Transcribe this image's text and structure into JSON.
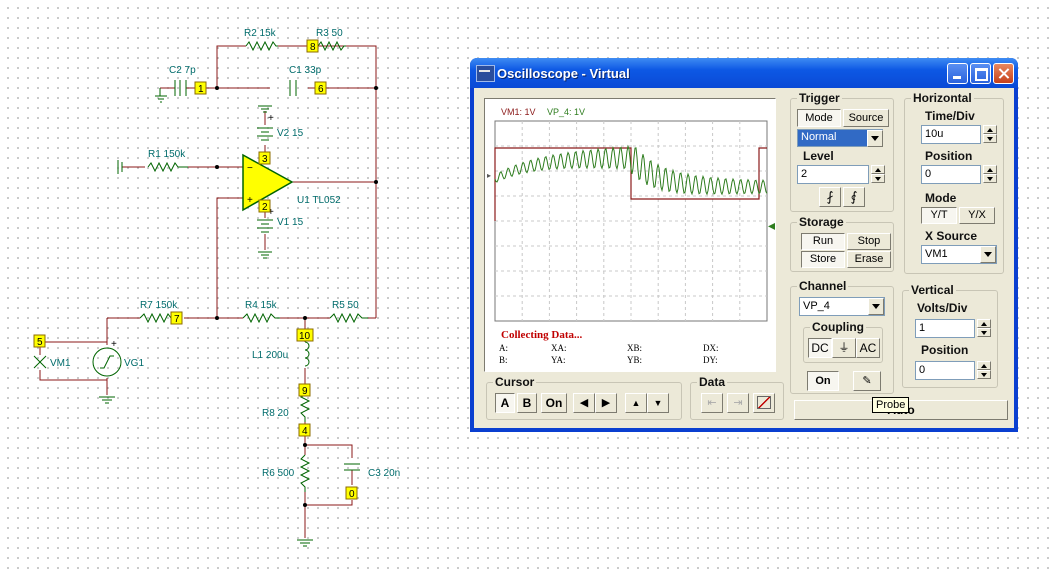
{
  "schematic": {
    "components": {
      "r2": "R2 15k",
      "r3": "R3 50",
      "c2": "C2 7p",
      "c1": "C1 33p",
      "v2": "V2 15",
      "r1": "R1 150k",
      "u1": "U1 TL052",
      "v1": "V1 15",
      "r7": "R7 150k",
      "r4": "R4 15k",
      "r5": "R5 50",
      "vg1": "VG1",
      "vm1": "VM1",
      "l1": "L1 200u",
      "r8": "R8 20",
      "r6": "R6 500",
      "c3": "C3 20n"
    },
    "nodes": {
      "n8": "8",
      "n1": "1",
      "n6": "6",
      "n3": "3",
      "n2": "2",
      "n5": "5",
      "n7": "7",
      "n10": "10",
      "n9": "9",
      "n4": "4",
      "n0": "0"
    },
    "polarity": "+"
  },
  "oscilloscope": {
    "title": "Oscilloscope - Virtual",
    "screen": {
      "ch1_label": "VM1: 1V",
      "ch2_label": "VP_4: 1V",
      "status": "Collecting Data...",
      "readouts": [
        {
          "k": "A:"
        },
        {
          "k": "XA:"
        },
        {
          "k": "XB:"
        },
        {
          "k": "DX:"
        },
        {
          "k": "B:"
        },
        {
          "k": "YA:"
        },
        {
          "k": "YB:"
        },
        {
          "k": "DY:"
        }
      ],
      "colors": {
        "ch1": "#8b1a1a",
        "ch2": "#2e7d1e",
        "status": "#c00000",
        "grid": "#c8c8c8"
      }
    },
    "trigger": {
      "title": "Trigger",
      "mode_label": "Mode",
      "source_label": "Source",
      "mode_value": "Normal",
      "level_label": "Level",
      "level_value": "2",
      "edge_rising_icon": "rising-edge-icon",
      "edge_falling_icon": "falling-edge-icon"
    },
    "horizontal": {
      "title": "Horizontal",
      "time_div_label": "Time/Div",
      "time_div_value": "10u",
      "position_label": "Position",
      "position_value": "0",
      "mode_label": "Mode",
      "yt": "Y/T",
      "yx": "Y/X",
      "xsource_label": "X Source",
      "xsource_value": "VM1"
    },
    "storage": {
      "title": "Storage",
      "run": "Run",
      "stop": "Stop",
      "store": "Store",
      "erase": "Erase"
    },
    "channel": {
      "title": "Channel",
      "value": "VP_4",
      "coupling_label": "Coupling",
      "dc": "DC",
      "gnd_icon": "ground-icon",
      "ac": "AC",
      "on": "On",
      "probe_icon": "probe-icon"
    },
    "vertical": {
      "title": "Vertical",
      "volts_div_label": "Volts/Div",
      "volts_div_value": "1",
      "position_label": "Position",
      "position_value": "0"
    },
    "cursor": {
      "title": "Cursor",
      "a": "A",
      "b": "B",
      "on": "On"
    },
    "data": {
      "title": "Data"
    },
    "auto_label": "Auto",
    "tooltip": "Probe"
  }
}
